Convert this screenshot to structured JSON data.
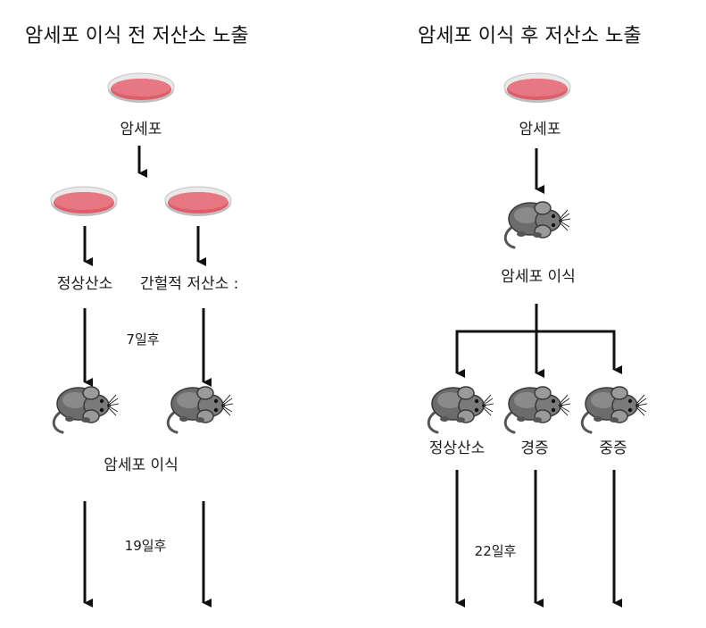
{
  "left": {
    "title": "암세포 이식 전 저산소 노출",
    "cell_label": "암세포",
    "branch_labels": [
      "정상산소",
      "간헐적 저산소 :"
    ],
    "interval_1": "7일후",
    "implant_label": "암세포 이식",
    "interval_2": "19일후"
  },
  "right": {
    "title": "암세포 이식 후 저산소 노출",
    "cell_label": "암세포",
    "implant_label": "암세포 이식",
    "group_labels": [
      "정상산소",
      "경증",
      "중증"
    ],
    "interval": "22일후"
  },
  "colors": {
    "dish_fill": "#e0636e",
    "dish_rim": "#d9d9d9",
    "mouse_body": "#6f6f6f",
    "arrow": "#111111"
  },
  "icons": {
    "dish": "petri-dish-icon",
    "mouse": "mouse-icon",
    "arrow": "arrow-down-icon"
  }
}
